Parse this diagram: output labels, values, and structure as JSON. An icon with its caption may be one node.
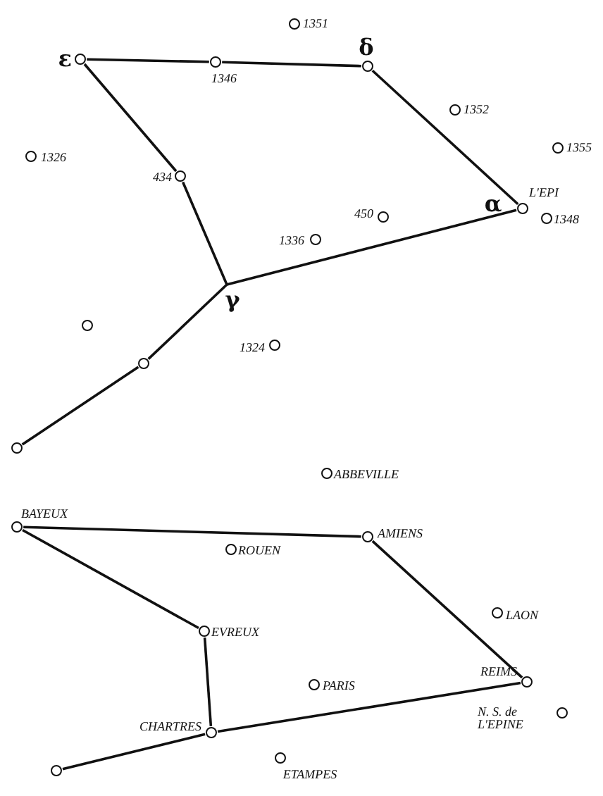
{
  "diagram": {
    "nodes": [
      {
        "text": [
          "1351"
        ]
      },
      {
        "text": [
          "ε"
        ]
      },
      {
        "text": [
          "1346"
        ]
      },
      {
        "text": [
          "δ"
        ]
      },
      {
        "text": [
          "1352"
        ]
      },
      {
        "text": [
          "1355"
        ]
      },
      {
        "text": [
          "1326"
        ]
      },
      {
        "text": [
          "434"
        ]
      },
      {
        "text": [
          "α",
          "L'EPI"
        ]
      },
      {
        "text": [
          "1348"
        ]
      },
      {
        "text": [
          "450"
        ]
      },
      {
        "text": [
          "1336"
        ]
      },
      {
        "text": [
          "γ"
        ]
      },
      {
        "text": [],
        "shape": "circle"
      },
      {
        "text": [
          "1324"
        ]
      },
      {
        "text": [],
        "shape": "circle"
      },
      {
        "text": [],
        "shape": "circle"
      },
      {
        "text": [
          "ABBEVILLE"
        ]
      },
      {
        "text": [
          "BAYEUX"
        ]
      },
      {
        "text": [
          "AMIENS"
        ]
      },
      {
        "text": [
          "ROUEN"
        ]
      },
      {
        "text": [
          "LAON"
        ]
      },
      {
        "text": [
          "EVREUX"
        ]
      },
      {
        "text": [
          "REIMS"
        ]
      },
      {
        "text": [
          "PARIS"
        ]
      },
      {
        "text": [
          "N. S. de L'EPINE"
        ]
      },
      {
        "text": [
          "CHARTRES"
        ]
      },
      {
        "text": [
          "ETAMPES"
        ]
      },
      {
        "text": [],
        "shape": "circle"
      }
    ],
    "edges": [
      {
        "from": 1,
        "to": 2,
        "arrow": "none"
      },
      {
        "from": 2,
        "to": 3,
        "arrow": "none"
      },
      {
        "from": 3,
        "to": 8,
        "arrow": "none"
      },
      {
        "from": 1,
        "to": 7,
        "arrow": "none"
      },
      {
        "from": 7,
        "to": 12,
        "arrow": "none"
      },
      {
        "from": 12,
        "to": 8,
        "arrow": "none"
      },
      {
        "from": 12,
        "to": 15,
        "arrow": "none"
      },
      {
        "from": 15,
        "to": 16,
        "arrow": "none"
      },
      {
        "from": 18,
        "to": 19,
        "arrow": "none"
      },
      {
        "from": 19,
        "to": 23,
        "arrow": "none"
      },
      {
        "from": 18,
        "to": 22,
        "arrow": "none"
      },
      {
        "from": 22,
        "to": 26,
        "arrow": "none"
      },
      {
        "from": 26,
        "to": 23,
        "arrow": "none"
      },
      {
        "from": 26,
        "to": 28,
        "arrow": "none"
      }
    ]
  }
}
